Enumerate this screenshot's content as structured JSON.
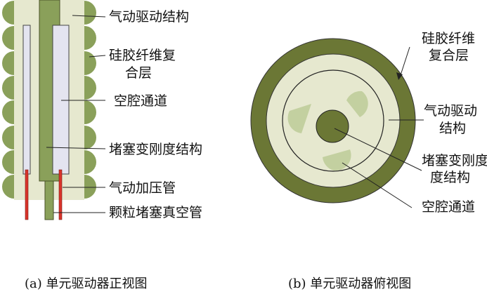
{
  "colors": {
    "dark_green": "#6b7735",
    "mid_green": "#8aa05a",
    "light_body": "#e6e8cf",
    "channel": "#e4e4f0",
    "sector": "#c3d0a0",
    "red_tube": "#d9342b"
  },
  "front_view": {
    "labels": {
      "pneumatic_drive": "气动驱动结构",
      "silicone_fiber_1": "硅胶纤维复",
      "silicone_fiber_2": "合层",
      "cavity": "空腔通道",
      "jamming": "堵塞变刚度结构",
      "pressure_tube": "气动加压管",
      "vacuum_tube": "颗粒堵塞真空管"
    },
    "caption": "(a) 单元驱动器正视图"
  },
  "top_view": {
    "labels": {
      "silicone_fiber_1": "硅胶纤维",
      "silicone_fiber_2": "复合层",
      "pneumatic_drive_1": "气动驱动",
      "pneumatic_drive_2": "结构",
      "jamming_1": "堵塞变刚度",
      "jamming_2": "度结构",
      "cavity": "空腔通道"
    },
    "caption": "(b) 单元驱动器俯视图"
  }
}
